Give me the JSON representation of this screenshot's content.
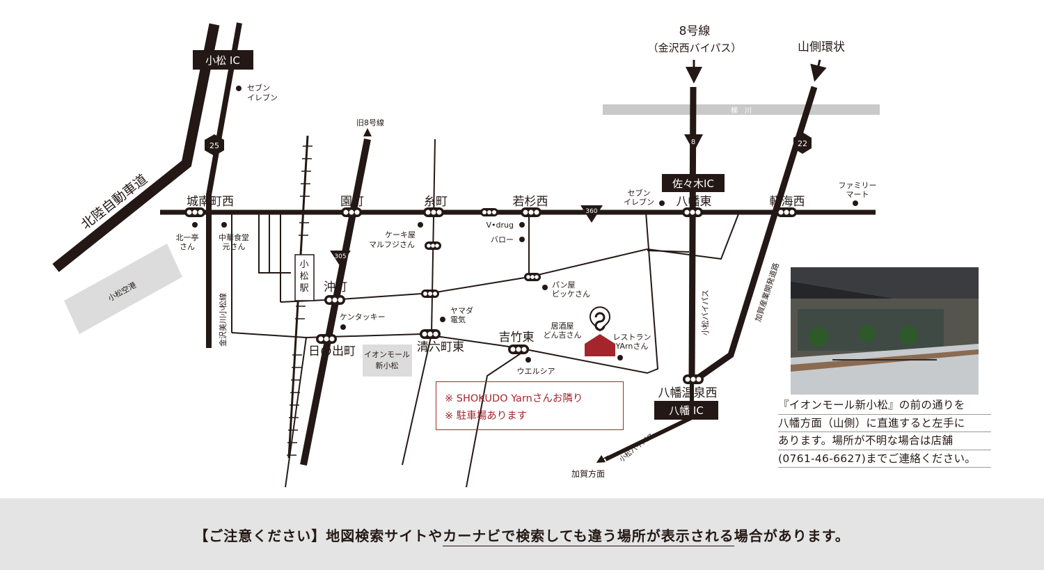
{
  "map": {
    "interchanges": {
      "komatsu_ic": "小松 IC",
      "sasaki_ic": "佐々木IC",
      "yawata_ic": "八幡 IC"
    },
    "route_shields": {
      "r25": "25",
      "r8": "8",
      "r22": "22",
      "r360": "360",
      "r305": "305"
    },
    "directions": {
      "route8_line1": "8号線",
      "route8_line2": "（金沢西バイパス）",
      "yamagawa": "山側環状",
      "old8": "旧8号線",
      "kaga": "加賀方面"
    },
    "intersections": {
      "jonan": "城南町西",
      "sonomachi": "園町",
      "itomachi": "糸町",
      "wakasugi": "若杉西",
      "yawata_higashi": "八幡東",
      "karumi": "軽海西",
      "okimachi": "沖町",
      "hinode": "日の出町",
      "seiroku": "清六町東",
      "yoshitake": "吉竹東",
      "yawata_onsen": "八幡温泉西"
    },
    "roads": {
      "hokuriku": "北陸自動車道",
      "kanazawa_bijutsu": "金沢美川小松線",
      "komatsu_bypass": "小松バイパス",
      "komatsu_bypass2": "小松バイパス",
      "kaga_sangyo": "加賀産業開発道路",
      "kakehashi": "梯　川"
    },
    "places": {
      "seven_top_1": "セブン",
      "seven_top_2": "イレブン",
      "seven_mid_1": "セブン",
      "seven_mid_2": "イレブン",
      "family_1": "ファミリー",
      "family_2": "マート",
      "kitaichitei_1": "北一亭",
      "kitaichitei_2": "さん",
      "chuka_1": "中華食堂",
      "chuka_2": "元さん",
      "cake_1": "ケーキ屋",
      "cake_2": "マルフジさん",
      "vdrug": "V•drug",
      "barow": "バロー",
      "pan_1": "パン屋",
      "pan_2": "ピッケさん",
      "yamada_1": "ヤマダ",
      "yamada_2": "電気",
      "kfc": "ケンタッキー",
      "izakaya_1": "居酒屋",
      "izakaya_2": "どん吉さん",
      "yarn_1": "レストラン",
      "yarn_2": "YArnさん",
      "welcia": "ウエルシア",
      "aeon_1": "イオンモール",
      "aeon_2": "新小松",
      "airport": "小松空港",
      "station_1": "小",
      "station_2": "松",
      "station_3": "駅"
    },
    "notice": {
      "line1": "※ SHOKUDO Yarnさんお隣り",
      "line2": "※ 駐車場あります"
    },
    "description": [
      "『イオンモール新小松』の前の通りを",
      "八幡方面（山側）に直進すると左手に",
      "あります。場所が不明な場合は店舗",
      "(0761-46-6627)までご連絡ください。"
    ]
  },
  "footer": {
    "text_before": "【ご注意ください】地図検索サイトや",
    "text_underlined": "カーナビで検索しても違う場所が表示される",
    "text_after": "場合があります。"
  },
  "colors": {
    "road": "#231815",
    "accent": "#a4262c",
    "gray": "#c9c9c9",
    "footer_bg": "#e4e4e4"
  }
}
